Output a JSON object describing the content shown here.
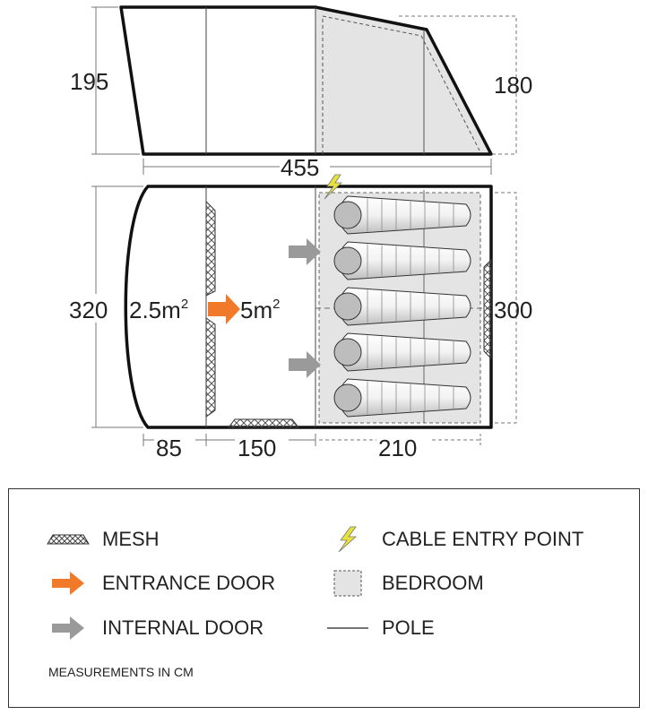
{
  "side_view": {
    "left_height": "195",
    "right_height": "180"
  },
  "floor_plan": {
    "total_length": "455",
    "total_width": "320",
    "bedroom_width": "300",
    "porch_depth": "85",
    "living_depth": "150",
    "bedroom_depth": "210",
    "porch_area_value": "2.5m",
    "porch_area_sup": "2",
    "living_area_value": "5m",
    "living_area_sup": "2",
    "sleeping_bag_count": 5
  },
  "legend": {
    "items": [
      {
        "icon": "mesh-icon",
        "label": "MESH"
      },
      {
        "icon": "entrance-arrow-icon",
        "label": "ENTRANCE DOOR"
      },
      {
        "icon": "internal-arrow-icon",
        "label": "INTERNAL DOOR"
      },
      {
        "icon": "lightning-icon",
        "label": "CABLE ENTRY POINT"
      },
      {
        "icon": "bedroom-box-icon",
        "label": "BEDROOM"
      },
      {
        "icon": "pole-line-icon",
        "label": "POLE"
      }
    ],
    "note": "MEASUREMENTS IN CM"
  },
  "colors": {
    "entrance_door": "#f07a2a",
    "internal_door": "#9a9a9a",
    "cable_entry": "#e8e23a",
    "bedroom_fill": "#e4e4e4",
    "outline": "#111111"
  }
}
